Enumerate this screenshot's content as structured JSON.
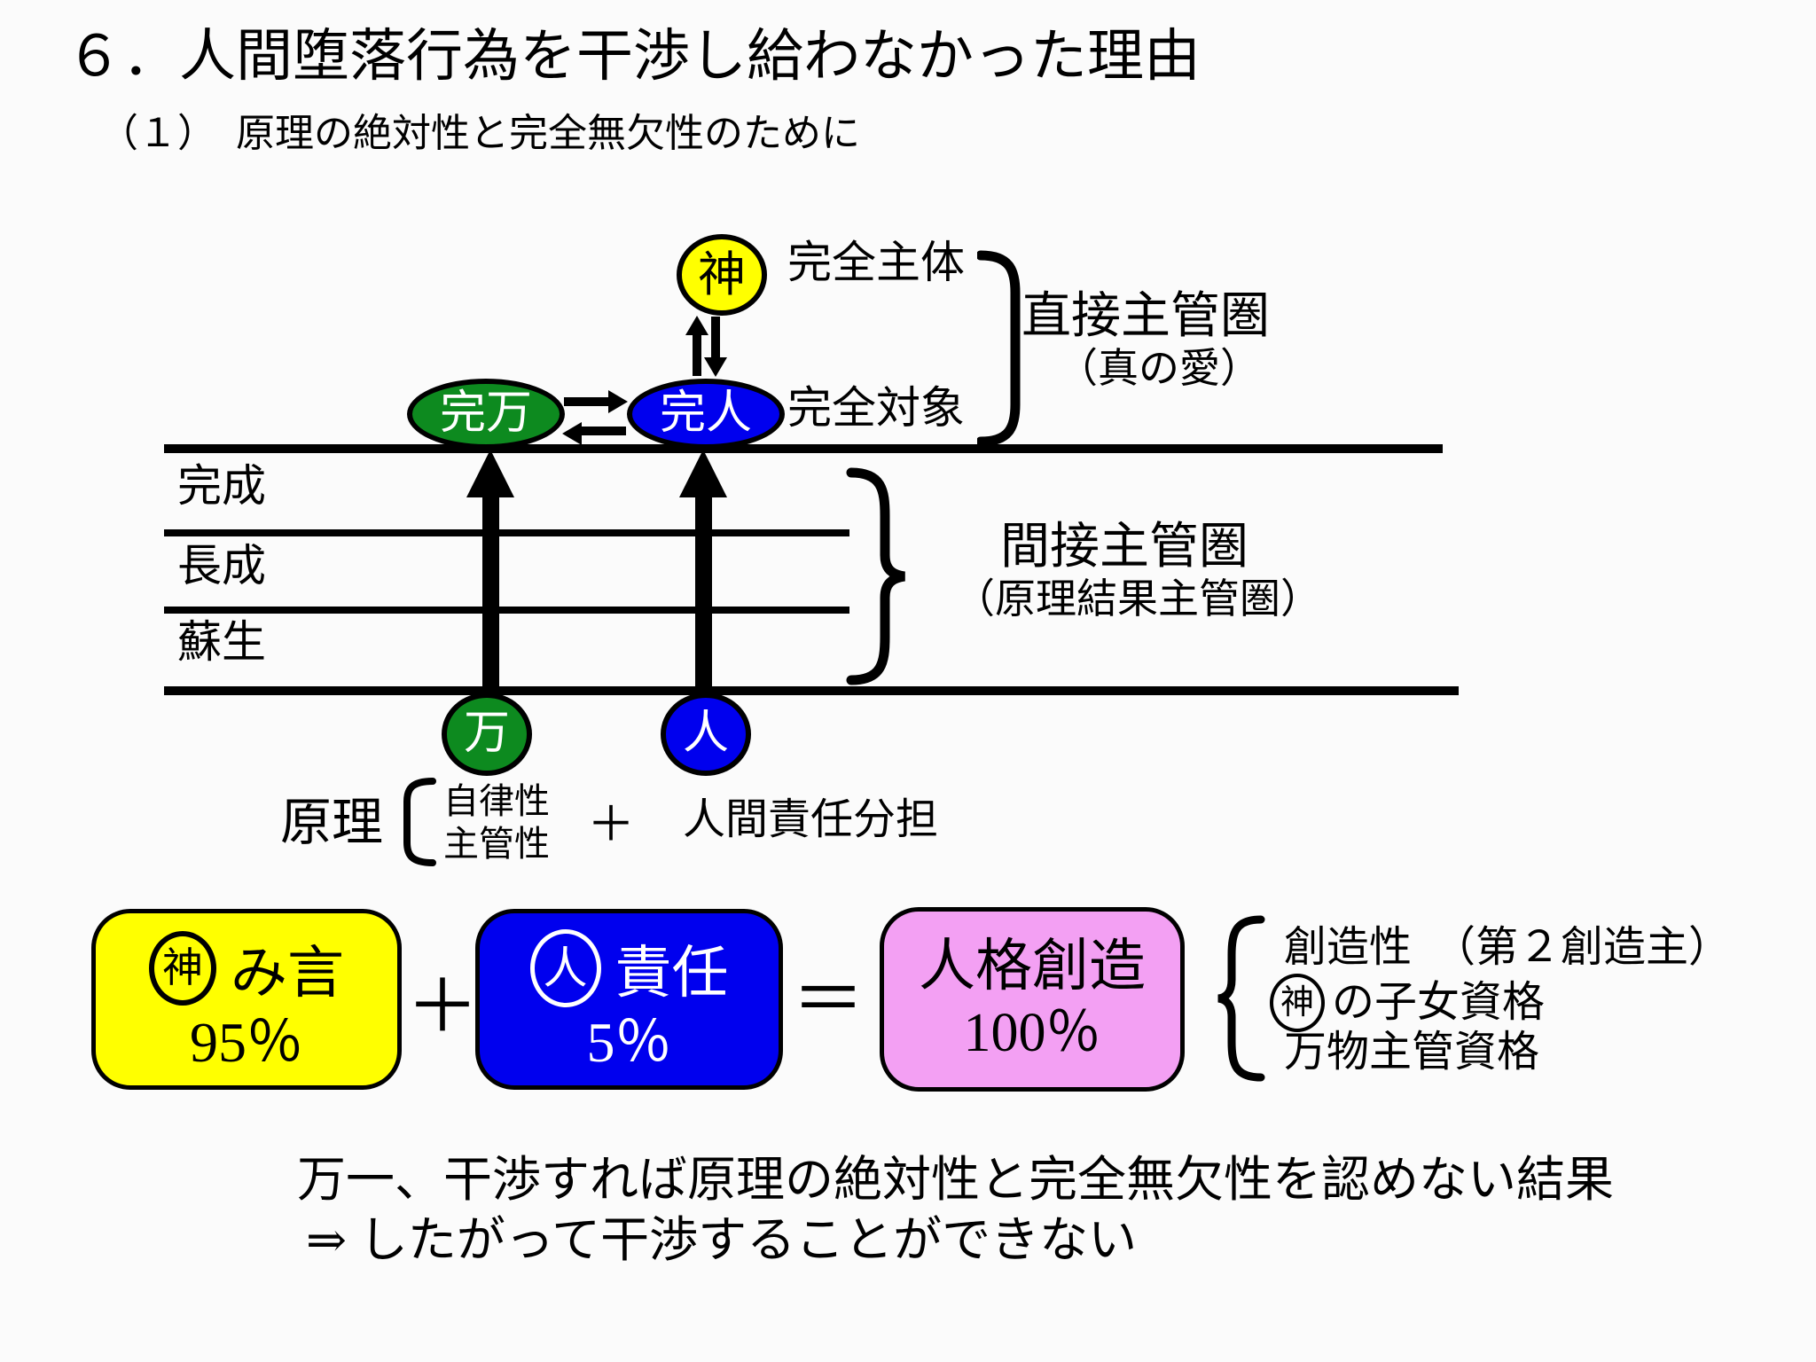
{
  "colors": {
    "bg": "#fbfbfb",
    "ink": "#000000",
    "yellow": "#ffff00",
    "green": "#0d8a1f",
    "blue": "#0000ee",
    "pink": "#f3a0f3",
    "white": "#ffffff"
  },
  "header": {
    "title": "６．人間堕落行為を干渉し給わなかった理由",
    "subtitle": "（１）　原理の絶対性と完全無欠性のために"
  },
  "diagram": {
    "god_label": "神",
    "perfect_subject": "完全主体",
    "perfect_object": "完全対象",
    "direct_dominion_title": "直接主管圏",
    "direct_dominion_sub": "（真の愛）",
    "perfected_all_things": "完万",
    "perfected_human": "完人",
    "stages": [
      "完成",
      "長成",
      "蘇生"
    ],
    "indirect_dominion_title": "間接主管圏",
    "indirect_dominion_sub": "（原理結果主管圏）",
    "all_things": "万",
    "human": "人",
    "principle_label": "原理",
    "principle_items": [
      "自律性",
      "主管性"
    ],
    "plus_sign": "＋",
    "human_responsibility": "人間責任分担"
  },
  "equation": {
    "word_box": {
      "circle": "神",
      "label": "み言",
      "percent": "95％"
    },
    "plus_sign": "＋",
    "responsibility_box": {
      "circle": "人",
      "label": "責任",
      "percent": "5％"
    },
    "equals_sign": "＝",
    "result_box": {
      "label": "人格創造",
      "percent": "100％"
    },
    "outcomes": {
      "line1": "創造性　（第２創造主）",
      "line2_circle": "神",
      "line2_text": "の子女資格",
      "line3": "万物主管資格"
    }
  },
  "footer": {
    "line1": "万一、干渉すれば原理の絶対性と完全無欠性を認めない結果",
    "line2": "⇒ したがって干渉することができない"
  }
}
